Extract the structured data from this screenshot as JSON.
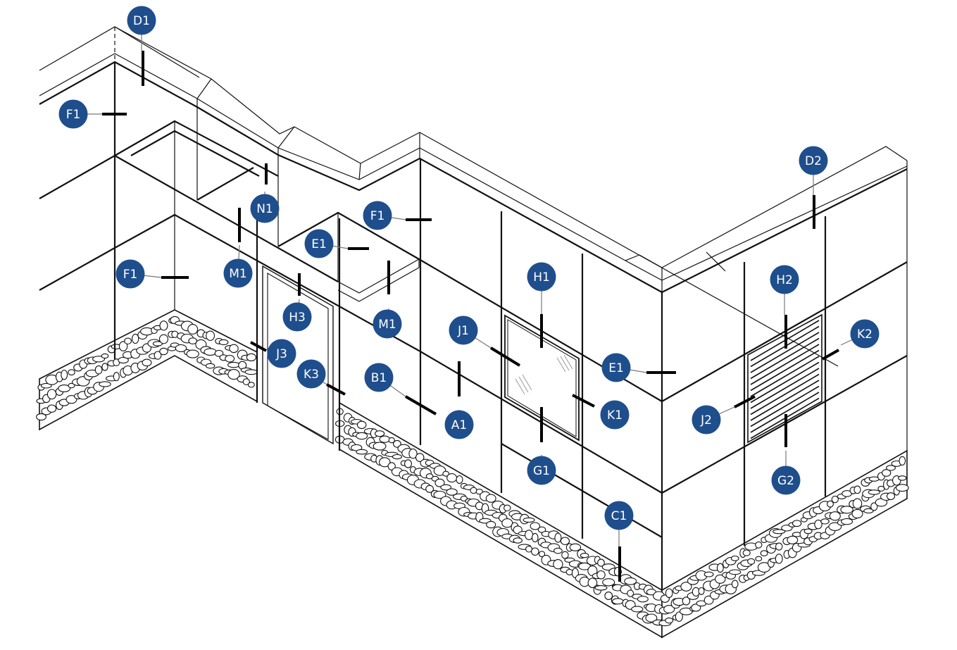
{
  "figure": {
    "description": "Isometric line drawing of a stone-clad wall panel system with numbered callout markers",
    "callout_color": "#1f4e8c",
    "callout_text_color": "#ffffff"
  },
  "callouts": [
    {
      "id": "D1",
      "label": "D1"
    },
    {
      "id": "F1a",
      "label": "F1"
    },
    {
      "id": "N1",
      "label": "N1"
    },
    {
      "id": "F1b",
      "label": "F1"
    },
    {
      "id": "E1a",
      "label": "E1"
    },
    {
      "id": "F1c",
      "label": "F1"
    },
    {
      "id": "M1a",
      "label": "M1"
    },
    {
      "id": "H3",
      "label": "H3"
    },
    {
      "id": "M1b",
      "label": "M1"
    },
    {
      "id": "J3",
      "label": "J3"
    },
    {
      "id": "K3",
      "label": "K3"
    },
    {
      "id": "B1",
      "label": "B1"
    },
    {
      "id": "A1",
      "label": "A1"
    },
    {
      "id": "J1",
      "label": "J1"
    },
    {
      "id": "H1",
      "label": "H1"
    },
    {
      "id": "E1b",
      "label": "E1"
    },
    {
      "id": "K1",
      "label": "K1"
    },
    {
      "id": "G1",
      "label": "G1"
    },
    {
      "id": "C1",
      "label": "C1"
    },
    {
      "id": "D2",
      "label": "D2"
    },
    {
      "id": "H2",
      "label": "H2"
    },
    {
      "id": "K2",
      "label": "K2"
    },
    {
      "id": "J2",
      "label": "J2"
    },
    {
      "id": "G2",
      "label": "G2"
    }
  ]
}
